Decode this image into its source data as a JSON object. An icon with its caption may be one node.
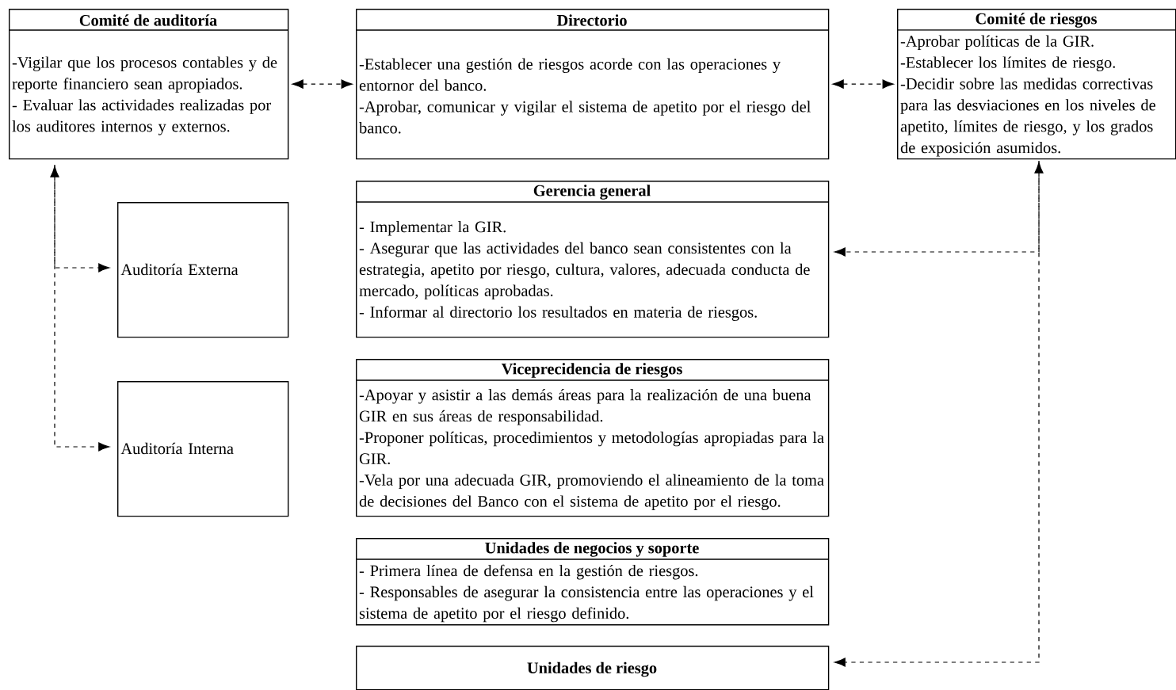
{
  "diagram": {
    "nodes": [
      {
        "text": [
          "Comité de auditoría",
          "-Vigilar que los procesos contables y de reporte financiero sean apropiados.",
          "- Evaluar las actividades realizadas por los auditores internos y externos."
        ]
      },
      {
        "text": [
          "Directorio",
          "-Establecer una gestión de riesgos acorde con las operaciones y entornor del banco.",
          "-Aprobar, comunicar y vigilar el sistema de apetito por el riesgo del banco."
        ]
      },
      {
        "text": [
          "Comité de riesgos",
          "-Aprobar políticas de la GIR.",
          "-Establecer los límites de riesgo.",
          "-Decidir sobre las medidas correctivas para las desviaciones en los niveles de apetito, límites de riesgo, y los grados de exposición asumidos."
        ]
      },
      {
        "text": [
          "Gerencia general",
          "- Implementar la GIR.",
          "- Asegurar que las actividades del banco sean consistentes con la estrategia, apetito por riesgo, cultura, valores, adecuada conducta de mercado, políticas aprobadas.",
          "- Informar al directorio los resultados en materia de riesgos."
        ]
      },
      {
        "text": [
          "Auditoría Externa"
        ]
      },
      {
        "text": [
          "Auditoría Interna"
        ]
      },
      {
        "text": [
          "Viceprecidencia de riesgos",
          "-Apoyar y asistir a las demás áreas para la realización de una buena GIR en sus áreas de responsabilidad.",
          "-Proponer políticas, procedimientos y metodologías apropiadas para la GIR.",
          "-Vela por una adecuada GIR, promoviendo el alineamiento de la toma de decisiones del Banco con el sistema de apetito por el riesgo."
        ]
      },
      {
        "text": [
          "Unidades de negocios y soporte",
          "- Primera línea de defensa en la gestión de riesgos.",
          "- Responsables de asegurar la consistencia entre las operaciones y el sistema de apetito por el riesgo definido."
        ]
      },
      {
        "text": [
          "Unidades de riesgo"
        ]
      }
    ],
    "edges": [
      {
        "from": 0,
        "to": 1,
        "arrow": "both",
        "style": "dashed"
      },
      {
        "from": 1,
        "to": 2,
        "arrow": "both",
        "style": "dashed"
      },
      {
        "from": 0,
        "to": 4,
        "arrow": "both",
        "style": "dashed"
      },
      {
        "from": 0,
        "to": 5,
        "arrow": "to",
        "style": "dashed"
      },
      {
        "from": 2,
        "to": 3,
        "arrow": "both",
        "style": "dashed"
      },
      {
        "from": 2,
        "to": 8,
        "arrow": "to",
        "style": "dashed"
      }
    ]
  }
}
